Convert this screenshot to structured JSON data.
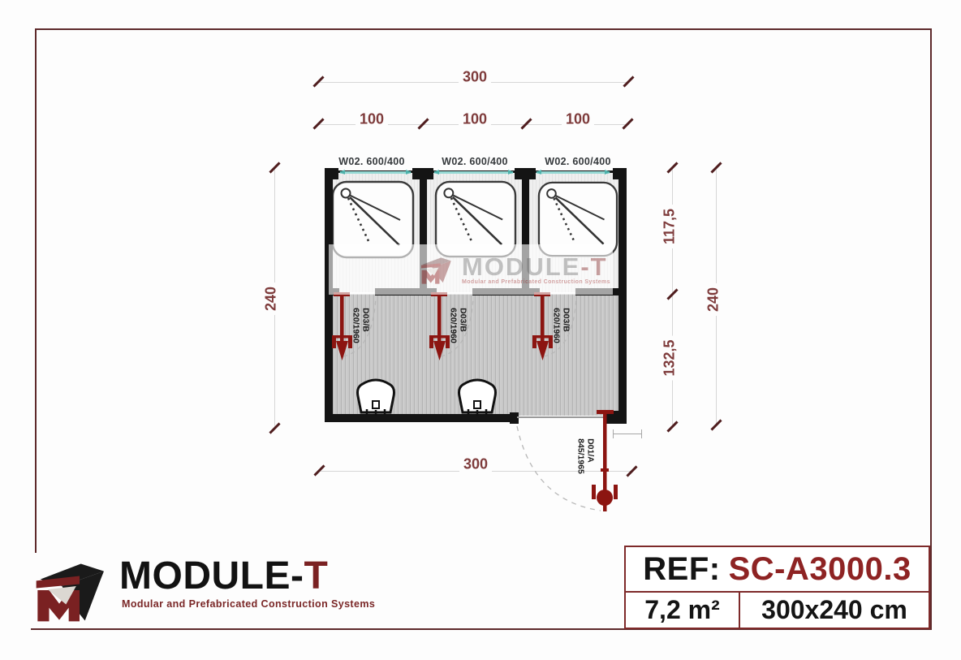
{
  "plan": {
    "dim_top_total": "300",
    "dim_top_segs": [
      "100",
      "100",
      "100"
    ],
    "dim_left": "240",
    "dim_right_upper": "117,5",
    "dim_right_lower": "132,5",
    "dim_right_total": "240",
    "dim_bottom": "300",
    "window_label": "W02. 600/400",
    "shower_door_code": "D03/B",
    "shower_door_size": "620/1960",
    "entry_door_code": "D01/A",
    "entry_door_size": "845/1965"
  },
  "watermark": {
    "brand_main": "MODULE",
    "brand_accent": "-T",
    "tagline": "Modular and Prefabricated Construction Systems"
  },
  "footer": {
    "brand_main": "MODULE-",
    "brand_accent": "T",
    "tagline": "Modular and Prefabricated Construction Systems",
    "ref_label": "REF:",
    "ref_value": "SC-A3000.3",
    "area": "7,2 m²",
    "size": "300x240 cm"
  },
  "colors": {
    "frame_maroon": "#5e2a2b",
    "dimension_text": "#7e3b3b",
    "door_red": "#8c1511",
    "wall_black": "#141414",
    "window_teal": "#96d9d4",
    "ref_accent": "#8e2323",
    "floor_gray": "#cdcdcd"
  }
}
